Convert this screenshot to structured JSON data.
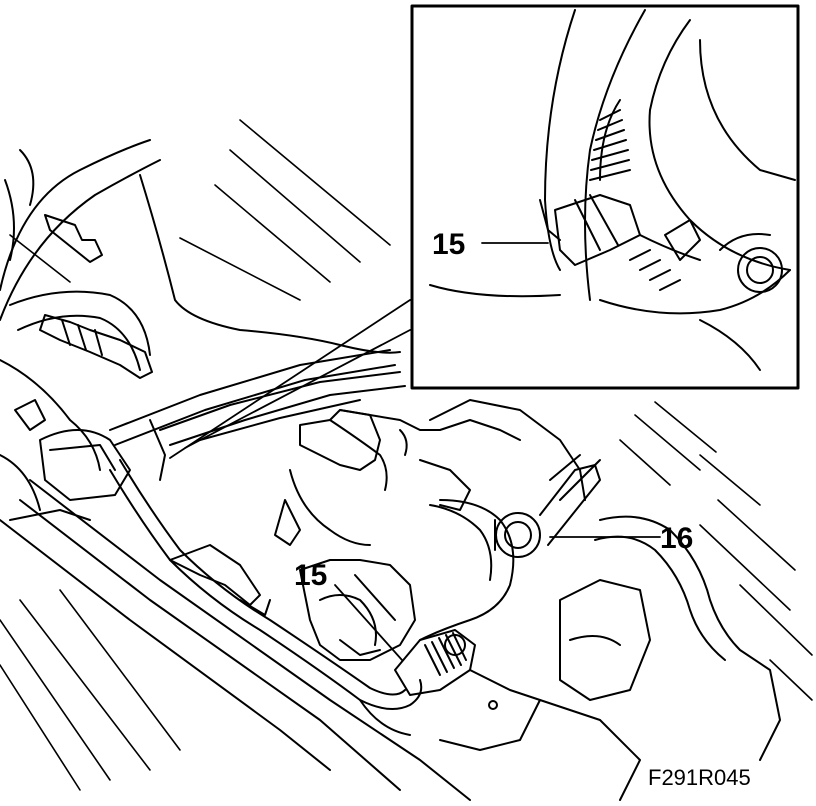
{
  "labels": {
    "inset_callout": "15",
    "main_callout_left": "15",
    "main_callout_right": "16"
  },
  "figure_ref": "F291R045"
}
